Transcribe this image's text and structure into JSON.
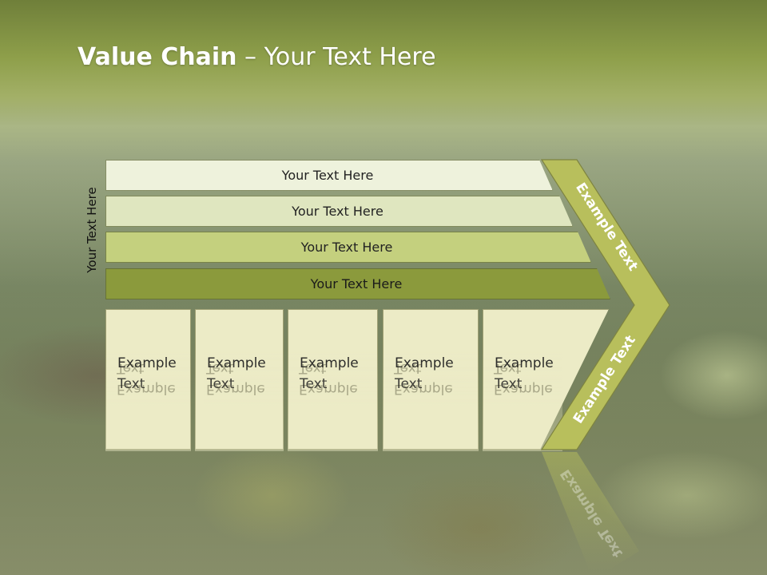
{
  "title": {
    "bold": "Value Chain",
    "rest": " – Your Text Here"
  },
  "side_label": "Your Text Here",
  "bands": [
    "Your Text Here",
    "Your Text Here",
    "Your Text Here",
    "Your Text Here"
  ],
  "boxes": [
    {
      "line1": "Example",
      "line2": "Text"
    },
    {
      "line1": "Example",
      "line2": "Text"
    },
    {
      "line1": "Example",
      "line2": "Text"
    },
    {
      "line1": "Example",
      "line2": "Text"
    },
    {
      "line1": "Example",
      "line2": "Text"
    }
  ],
  "chevron": {
    "upper": "Example Text",
    "lower": "Example Text"
  },
  "colors": {
    "accent": "#b8bf5c",
    "band_dark": "#8b9a3c",
    "box_fill": "#ecebc6"
  }
}
